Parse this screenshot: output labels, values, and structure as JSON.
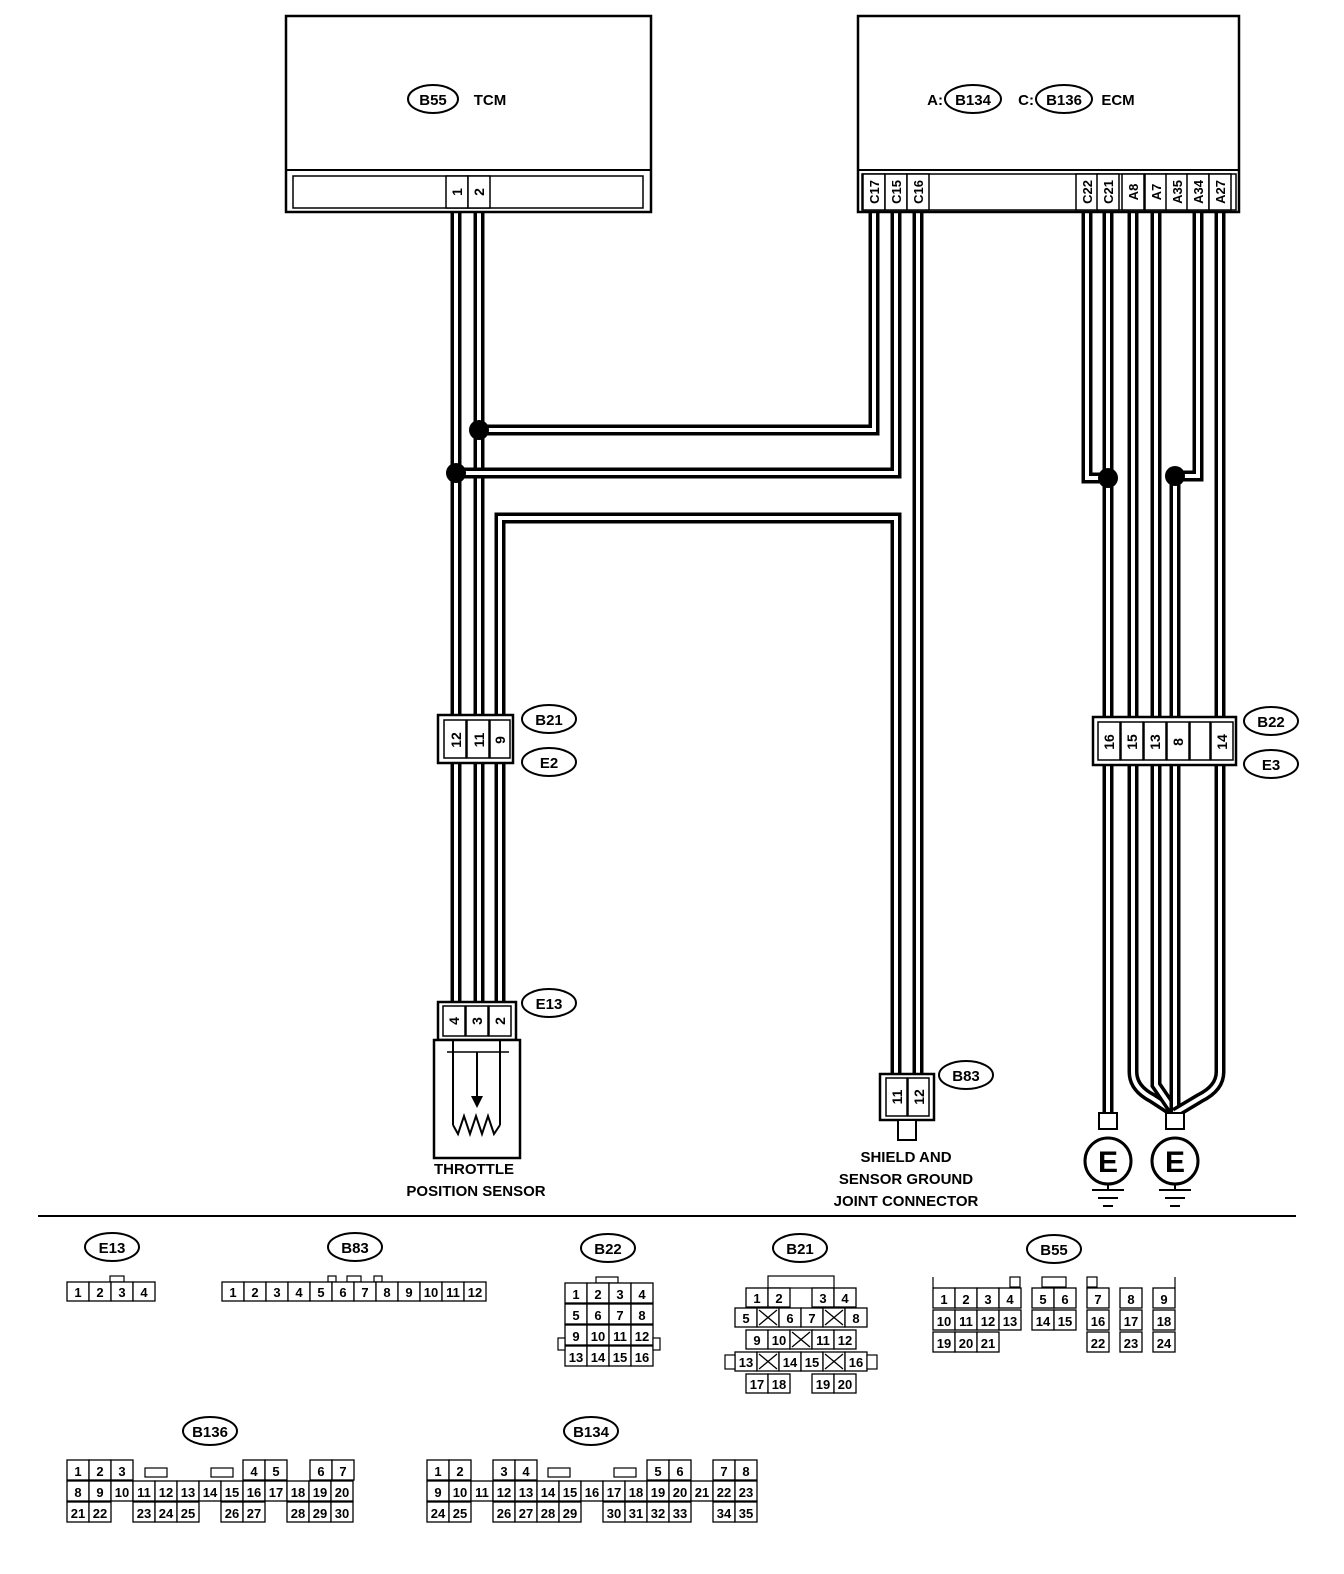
{
  "tcm": {
    "connector": "B55",
    "label": "TCM",
    "pins": [
      "1",
      "2"
    ]
  },
  "ecm": {
    "prefix_a": "A:",
    "connector_a": "B134",
    "prefix_c": "C:",
    "connector_c": "B136",
    "label": "ECM",
    "pins_left": [
      "C17",
      "C15",
      "C16"
    ],
    "pins_right": [
      "C22",
      "C21",
      "A8",
      "A7",
      "A35",
      "A34",
      "A27"
    ]
  },
  "b21_e2": {
    "top": "B21",
    "bottom": "E2",
    "pins": [
      "12",
      "11",
      "9"
    ]
  },
  "b22_e3": {
    "top": "B22",
    "bottom": "E3",
    "pins": [
      "16",
      "15",
      "13",
      "8",
      "",
      "14"
    ]
  },
  "e13": {
    "connector": "E13",
    "pins": [
      "4",
      "3",
      "2"
    ]
  },
  "b83": {
    "connector": "B83",
    "pins": [
      "11",
      "12"
    ]
  },
  "labels": {
    "tps_line1": "THROTTLE",
    "tps_line2": "POSITION SENSOR",
    "shield_line1": "SHIELD AND",
    "shield_line2": "SENSOR GROUND",
    "shield_line3": "JOINT CONNECTOR",
    "ground_symbol": "E"
  },
  "connector_views": {
    "e13": {
      "name": "E13",
      "rows": [
        [
          "1",
          "2",
          "3",
          "4"
        ]
      ]
    },
    "b83": {
      "name": "B83",
      "rows": [
        [
          "1",
          "2",
          "3",
          "4",
          "5",
          "6",
          "7",
          "8",
          "9",
          "10",
          "11",
          "12"
        ]
      ]
    },
    "b22": {
      "name": "B22",
      "rows": [
        [
          "1",
          "2",
          "3",
          "4"
        ],
        [
          "5",
          "6",
          "7",
          "8"
        ],
        [
          "9",
          "10",
          "11",
          "12"
        ],
        [
          "13",
          "14",
          "15",
          "16"
        ]
      ]
    },
    "b21": {
      "name": "B21",
      "rows": [
        [
          "1",
          "2",
          "",
          "3",
          "4"
        ],
        [
          "5",
          "X",
          "6",
          "7",
          "X",
          "8"
        ],
        [
          "9",
          "10",
          "X",
          "11",
          "12"
        ],
        [
          "13",
          "X",
          "14",
          "15",
          "X",
          "16"
        ],
        [
          "17",
          "18",
          "",
          "19",
          "20"
        ]
      ]
    },
    "b55": {
      "name": "B55",
      "rows": [
        [
          "1",
          "2",
          "3",
          "4",
          "5",
          "6",
          "7",
          "8",
          "9"
        ],
        [
          "10",
          "11",
          "12",
          "13",
          "14",
          "15",
          "16",
          "17",
          "18"
        ],
        [
          "19",
          "20",
          "21",
          "22",
          "23",
          "24"
        ]
      ]
    },
    "b136": {
      "name": "B136",
      "rows": [
        [
          "1",
          "2",
          "3",
          "4",
          "5",
          "6",
          "7"
        ],
        [
          "8",
          "9",
          "10",
          "11",
          "12",
          "13",
          "14",
          "15",
          "16",
          "17",
          "18",
          "19",
          "20"
        ],
        [
          "21",
          "22",
          "23",
          "24",
          "25",
          "26",
          "27",
          "28",
          "29",
          "30"
        ]
      ]
    },
    "b134": {
      "name": "B134",
      "rows": [
        [
          "1",
          "2",
          "3",
          "4",
          "5",
          "6",
          "7",
          "8"
        ],
        [
          "9",
          "10",
          "11",
          "12",
          "13",
          "14",
          "15",
          "16",
          "17",
          "18",
          "19",
          "20",
          "21",
          "22",
          "23"
        ],
        [
          "24",
          "25",
          "26",
          "27",
          "28",
          "29",
          "30",
          "31",
          "32",
          "33",
          "34",
          "35"
        ]
      ]
    }
  }
}
